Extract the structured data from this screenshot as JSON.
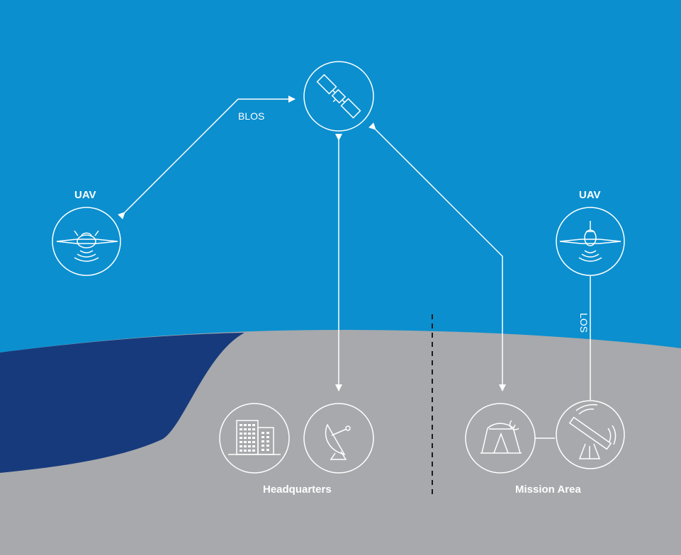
{
  "colors": {
    "sky": "#0b8fcf",
    "ground": "#a7a9ac",
    "sea": "#173a7c",
    "line": "#ffffff",
    "divider": "#1a1a1a"
  },
  "labels": {
    "uav_left": "UAV",
    "uav_right": "UAV",
    "blos": "BLOS",
    "los": "LOS",
    "headquarters": "Headquarters",
    "mission_area": "Mission Area"
  },
  "icons": {
    "satellite": "satellite-icon",
    "uav_left": "uav-front-icon",
    "uav_right": "uav-front-icon",
    "hq_building": "office-building-icon",
    "hq_dish": "satellite-dish-icon",
    "mission_tent": "field-tent-icon",
    "mission_antenna": "ground-antenna-icon"
  }
}
